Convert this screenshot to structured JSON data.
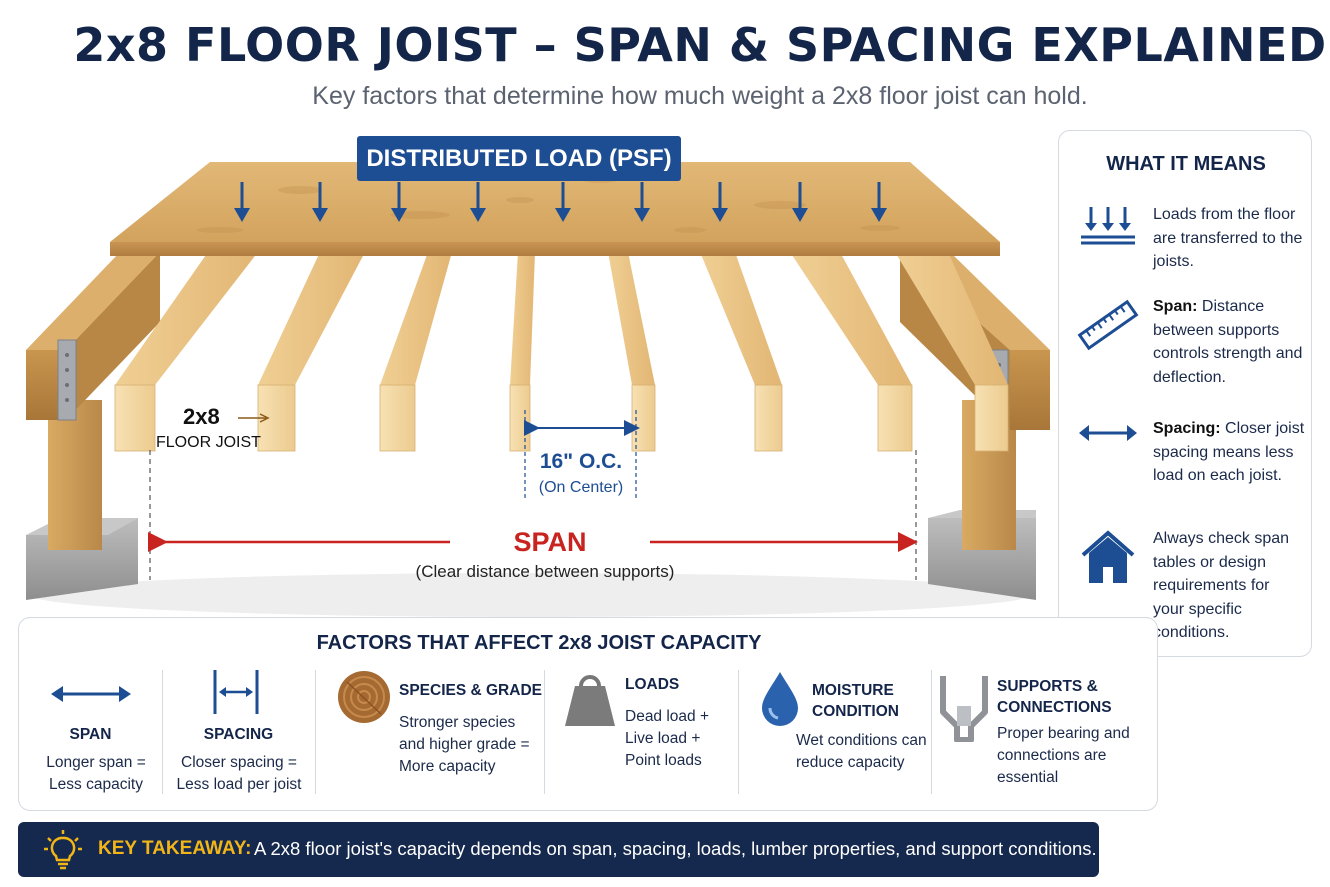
{
  "header": {
    "title": "2x8 FLOOR JOIST – SPAN & SPACING EXPLAINED",
    "subtitle": "Key factors that determine how much weight a 2x8 floor joist can hold."
  },
  "diagram": {
    "load_label": "DISTRIBUTED LOAD (PSF)",
    "joist_label": "2x8",
    "joist_label_sub": "FLOOR JOIST",
    "spacing_label": "16\" O.C.",
    "spacing_sub": "(On Center)",
    "span_label": "SPAN",
    "span_sub": "(Clear distance between supports)"
  },
  "side_panel": {
    "title": "WHAT IT MEANS",
    "items": [
      {
        "icon": "load-arrows-icon",
        "bold": "",
        "text": "Loads from the floor are transferred to the joists."
      },
      {
        "icon": "ruler-icon",
        "bold": "Span:",
        "text": " Distance between supports controls strength and deflection."
      },
      {
        "icon": "double-arrow-icon",
        "bold": "Spacing:",
        "text": " Closer joist spacing means less load on each joist."
      },
      {
        "icon": "house-icon",
        "bold": "",
        "text": "Always check span tables or design requirements for your specific conditions."
      }
    ]
  },
  "factors": {
    "title": "FACTORS THAT AFFECT 2x8 JOIST CAPACITY",
    "items": [
      {
        "icon": "span-arrow-icon",
        "heading": "SPAN",
        "text": "Longer span = Less capacity"
      },
      {
        "icon": "spacing-icon",
        "heading": "SPACING",
        "text": "Closer spacing = Less load per joist"
      },
      {
        "icon": "wood-grain-icon",
        "heading": "SPECIES & GRADE",
        "text": "Stronger species and higher grade = More capacity"
      },
      {
        "icon": "weight-icon",
        "heading": "LOADS",
        "text": "Dead load + Live load + Point loads"
      },
      {
        "icon": "water-drop-icon",
        "heading": "MOISTURE CONDITION",
        "text": "Wet conditions can reduce capacity"
      },
      {
        "icon": "joist-hanger-icon",
        "heading": "SUPPORTS & CONNECTIONS",
        "text": "Proper bearing and connections are essential"
      }
    ]
  },
  "takeaway": {
    "heading": "KEY TAKEAWAY:",
    "text": "A 2x8 floor joist's capacity depends on span, spacing, loads, lumber properties, and support conditions."
  },
  "colors": {
    "navy": "#14254a",
    "blue": "#1d4d93",
    "red": "#c8231f",
    "gold": "#f2b517",
    "wood": "#e6c07a"
  }
}
